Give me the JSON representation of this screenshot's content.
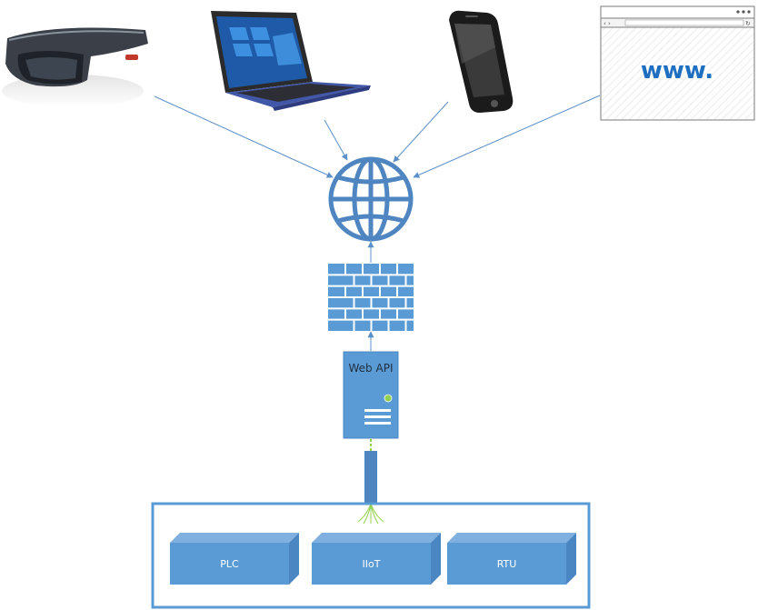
{
  "colors": {
    "accent": "#4f86c1",
    "box_fill": "#5b9bd5",
    "box_side": "#4a86c2",
    "line": "#5b8fc8",
    "www_text": "#1e6fc0",
    "led": "#92d050",
    "cable": "#8fd14f"
  },
  "devices": [
    {
      "name": "holographic-headset",
      "icon": "headset-icon"
    },
    {
      "name": "laptop",
      "icon": "laptop-icon"
    },
    {
      "name": "smartphone",
      "icon": "phone-icon"
    },
    {
      "name": "web-browser",
      "icon": "browser-icon",
      "text": "www."
    }
  ],
  "internet": {
    "icon": "globe-icon"
  },
  "firewall": {
    "icon": "firewall-icon"
  },
  "server": {
    "label": "Web API",
    "icon": "server-icon"
  },
  "field_devices": [
    {
      "label": "PLC"
    },
    {
      "label": "IIoT"
    },
    {
      "label": "RTU"
    }
  ]
}
